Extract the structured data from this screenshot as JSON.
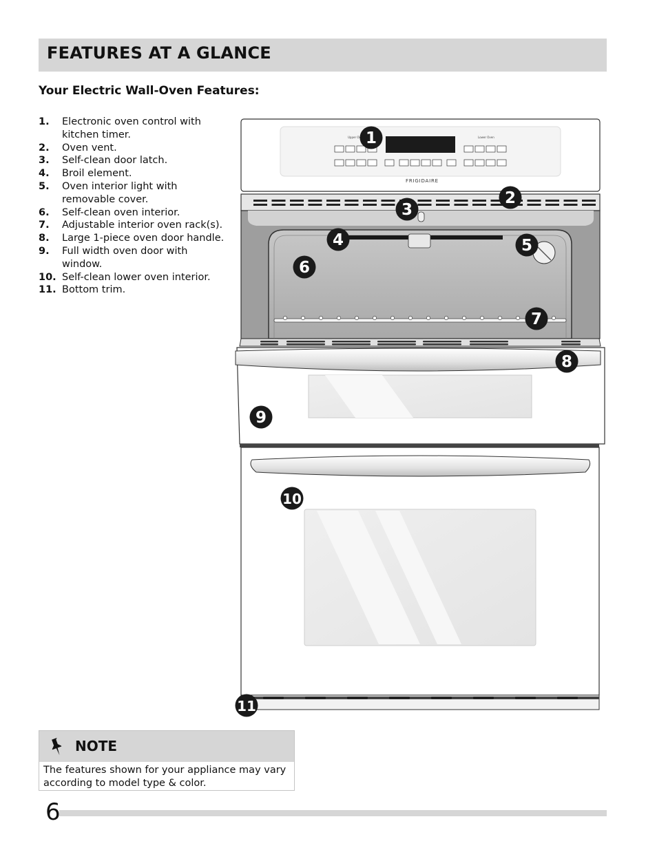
{
  "header": {
    "title": "FEATURES AT A GLANCE"
  },
  "subtitle": "Your Electric Wall-Oven Features:",
  "features": [
    {
      "num": "1.",
      "text": "Electronic oven control with kitchen timer."
    },
    {
      "num": "2.",
      "text": "Oven vent."
    },
    {
      "num": "3.",
      "text": "Self-clean door latch."
    },
    {
      "num": "4.",
      "text": "Broil element."
    },
    {
      "num": "5.",
      "text": "Oven interior light with removable cover."
    },
    {
      "num": "6.",
      "text": "Self-clean oven interior."
    },
    {
      "num": "7.",
      "text": "Adjustable interior oven rack(s)."
    },
    {
      "num": "8.",
      "text": "Large 1-piece oven door handle."
    },
    {
      "num": "9.",
      "text": "Full width oven door with window."
    },
    {
      "num": "10.",
      "text": "Self-clean lower oven interior."
    },
    {
      "num": "11.",
      "text": "Bottom trim."
    }
  ],
  "illustration": {
    "brand": "FRIGIDAIRE",
    "panel_upper_label": "Upper Oven",
    "panel_lower_label": "Lower Oven",
    "callouts": [
      "1",
      "2",
      "3",
      "4",
      "5",
      "6",
      "7",
      "8",
      "9",
      "10",
      "11"
    ]
  },
  "note": {
    "title": "NOTE",
    "icon": "pushpin-icon",
    "text": "The features shown for your appliance may vary according to model type & color."
  },
  "page_number": "6",
  "colors": {
    "band": "#d6d6d6",
    "callout": "#1a1a1a",
    "oven_interior": "#bdbdbd"
  }
}
